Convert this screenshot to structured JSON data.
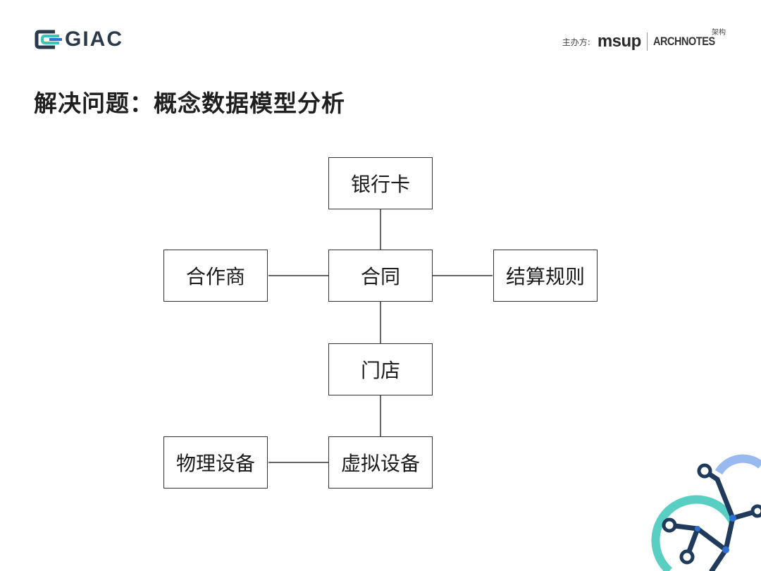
{
  "header": {
    "logo_text": "GIAC",
    "organizer_label": "主办方:",
    "sponsors": [
      "msup",
      "ARCHNOTES"
    ],
    "archnotes_cn": "架构"
  },
  "title": "解决问题：概念数据模型分析",
  "diagram": {
    "nodes": [
      {
        "id": "bank-card",
        "label": "银行卡"
      },
      {
        "id": "partner",
        "label": "合作商"
      },
      {
        "id": "contract",
        "label": "合同"
      },
      {
        "id": "settlement-rules",
        "label": "结算规则"
      },
      {
        "id": "store",
        "label": "门店"
      },
      {
        "id": "physical-device",
        "label": "物理设备"
      },
      {
        "id": "virtual-device",
        "label": "虚拟设备"
      }
    ],
    "edges": [
      [
        "bank-card",
        "contract"
      ],
      [
        "partner",
        "contract"
      ],
      [
        "contract",
        "settlement-rules"
      ],
      [
        "contract",
        "store"
      ],
      [
        "store",
        "virtual-device"
      ],
      [
        "physical-device",
        "virtual-device"
      ]
    ]
  },
  "colors": {
    "brand_dark": "#2b3a4a",
    "brand_blue": "#2f6fd6",
    "brand_teal": "#3cc6b8",
    "line": "#333333"
  }
}
